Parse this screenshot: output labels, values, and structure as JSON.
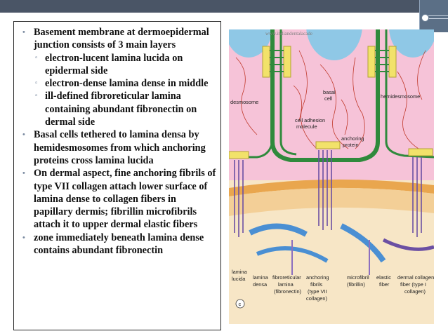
{
  "bullets": [
    {
      "text": "Basement membrane at dermoepidermal junction consists of 3 main layers"
    },
    {
      "text": "electron-lucent lamina lucida on epidermal side"
    },
    {
      "text": "electron-dense lamina dense in middle"
    },
    {
      "text": "ill-defined fibroreticular lamina containing abundant fibronectin on dermal side"
    },
    {
      "text": "Basal cells tethered to lamina densa by hemidesmosomes from which anchoring proteins cross lamina lucida"
    },
    {
      "text": "On dermal aspect, fine anchoring fibrils of type VII collagen attach lower surface of lamina dense to collagen fibers in papillary dermis; fibrillin microfibrils attach it to upper dermal elastic fibers"
    },
    {
      "text": "zone immediately beneath lamina dense contains abundant fibronectin"
    }
  ],
  "watermark": "www.indiandentalacade",
  "figure": {
    "labels": {
      "desmosome": "desmosome",
      "basal_cell": "basal cell",
      "hemidesmosome": "hemidesmosome",
      "cell_adhesion": "cell adhesion molecule",
      "anchoring_protein": "anchoring protein",
      "lamina_lucida": "lamina lucida",
      "lamina_densa": "lamina densa",
      "fibroreticular": "fibroreticular lamina (fibronectin)",
      "anchoring_fibrils": "anchoring fibrils (type VII collagen)",
      "microfibril": "microfibril (fibrillin)",
      "elastic_fiber": "elastic fiber",
      "dermal_collagen": "dermal collagen fiber (type I collagen)",
      "panel_letter": "c"
    }
  },
  "colors": {
    "cell": "#f6c3d8",
    "nucleus": "#8fc8e6",
    "membrane": "#2f8a3c",
    "yellow": "#f2e26a",
    "dermis": "#f7e6c6",
    "densa": "#e9a64e",
    "collagen": "#4a8fd3",
    "elastic": "#8c6fbf",
    "fibril": "#6b4fa3",
    "text": "#111111",
    "bar": "#4a5566"
  }
}
